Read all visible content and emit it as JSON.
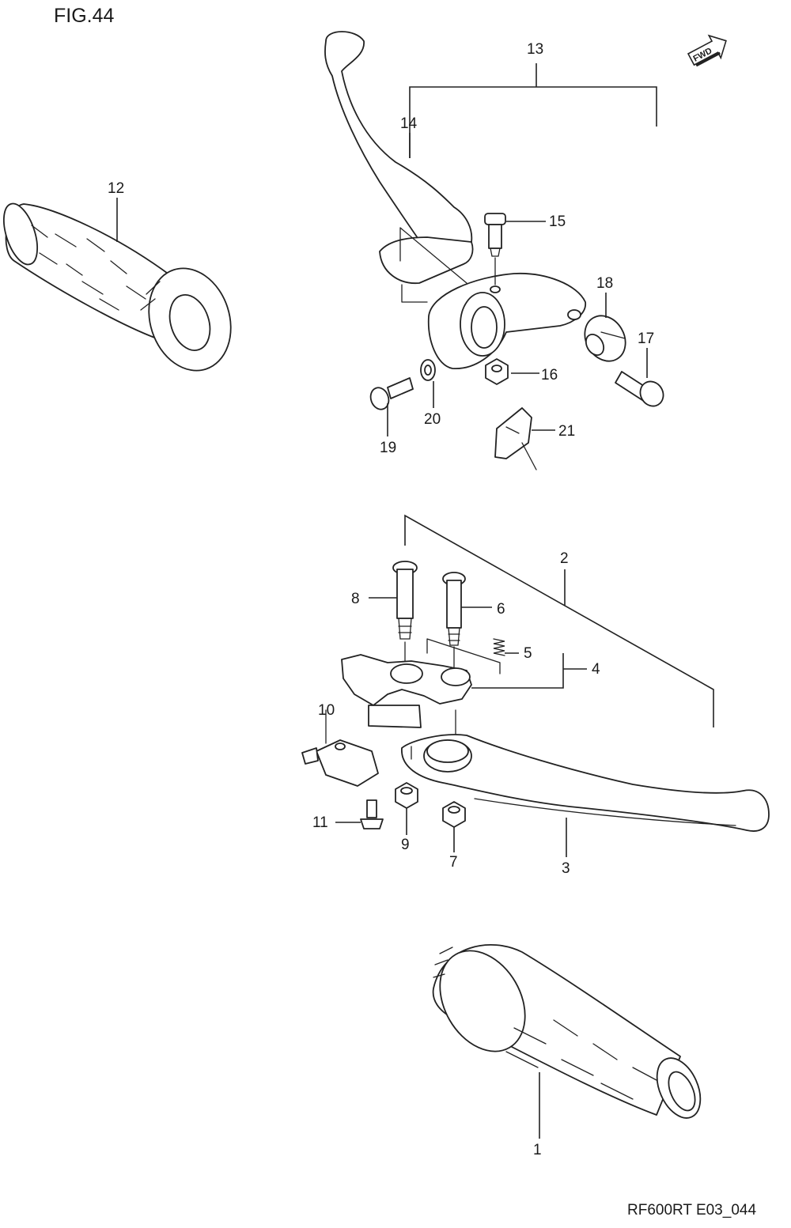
{
  "figure_title": "FIG.44",
  "diagram_code": "RF600RT E03_044",
  "direction_badge": "FWD",
  "callouts": [
    "1",
    "2",
    "3",
    "4",
    "5",
    "6",
    "7",
    "8",
    "9",
    "10",
    "11",
    "12",
    "13",
    "14",
    "15",
    "16",
    "17",
    "18",
    "19",
    "20",
    "21"
  ]
}
